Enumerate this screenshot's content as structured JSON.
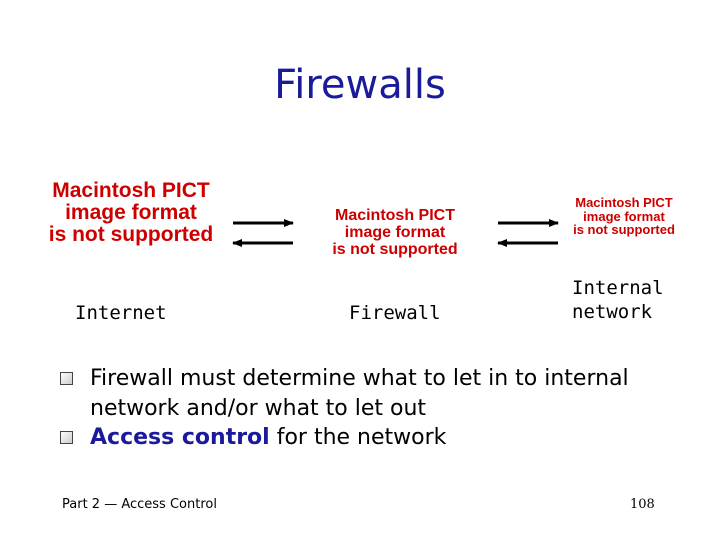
{
  "slide": {
    "title": "Firewalls",
    "image_placeholders": {
      "left": [
        "Macintosh PICT",
        "image format",
        "is not supported"
      ],
      "middle": [
        "Macintosh PICT",
        "image format",
        "is not supported"
      ],
      "right": [
        "Macintosh PICT",
        "image format",
        "is not supported"
      ]
    },
    "labels": {
      "internet": "Internet",
      "firewall": "Firewall",
      "internal_line1": "Internal",
      "internal_line2": "network"
    },
    "bullets": [
      {
        "text": "Firewall must determine what to let in to internal network and/or what to let out"
      },
      {
        "emphasis": "Access control",
        "rest": " for the network"
      }
    ],
    "footer": {
      "left": "Part 2 — Access Control",
      "page": "108"
    },
    "colors": {
      "title": "#1a1a9a",
      "placeholder": "#cc0000",
      "emphasis": "#1a1a9a"
    }
  }
}
